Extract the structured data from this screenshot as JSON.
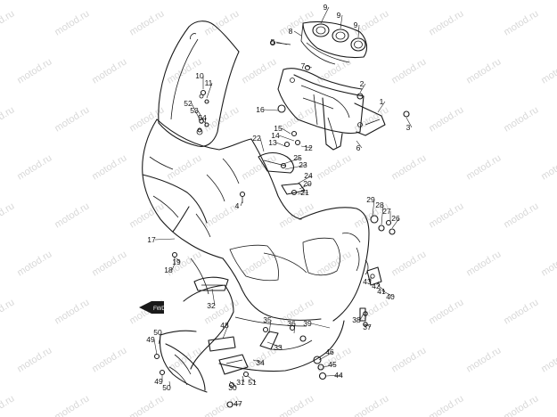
{
  "watermark": "motod.ru",
  "fwd_label": "FWD",
  "callouts": [
    {
      "id": "c9a",
      "label": "9"
    },
    {
      "id": "c9b",
      "label": "9"
    },
    {
      "id": "c9c",
      "label": "9"
    },
    {
      "id": "c8",
      "label": "8"
    },
    {
      "id": "c5",
      "label": "5"
    },
    {
      "id": "c7",
      "label": "7"
    },
    {
      "id": "c10",
      "label": "10"
    },
    {
      "id": "c11",
      "label": "11"
    },
    {
      "id": "c2",
      "label": "2"
    },
    {
      "id": "c3",
      "label": "3"
    },
    {
      "id": "c1",
      "label": "1"
    },
    {
      "id": "c52",
      "label": "52"
    },
    {
      "id": "c53",
      "label": "53"
    },
    {
      "id": "c54",
      "label": "54"
    },
    {
      "id": "c16",
      "label": "16"
    },
    {
      "id": "c15",
      "label": "15"
    },
    {
      "id": "c14",
      "label": "14"
    },
    {
      "id": "c13",
      "label": "13"
    },
    {
      "id": "c12",
      "label": "12"
    },
    {
      "id": "c6",
      "label": "6"
    },
    {
      "id": "c22",
      "label": "22"
    },
    {
      "id": "c25",
      "label": "25"
    },
    {
      "id": "c23",
      "label": "23"
    },
    {
      "id": "c24",
      "label": "24"
    },
    {
      "id": "c20",
      "label": "20"
    },
    {
      "id": "c21",
      "label": "21"
    },
    {
      "id": "c4",
      "label": "4"
    },
    {
      "id": "c29",
      "label": "29"
    },
    {
      "id": "c28",
      "label": "28"
    },
    {
      "id": "c27",
      "label": "27"
    },
    {
      "id": "c26",
      "label": "26"
    },
    {
      "id": "c17",
      "label": "17"
    },
    {
      "id": "c19",
      "label": "19"
    },
    {
      "id": "c18",
      "label": "18"
    },
    {
      "id": "c43",
      "label": "43"
    },
    {
      "id": "c42",
      "label": "42"
    },
    {
      "id": "c41",
      "label": "41"
    },
    {
      "id": "c40",
      "label": "40"
    },
    {
      "id": "c32",
      "label": "32"
    },
    {
      "id": "c35",
      "label": "35"
    },
    {
      "id": "c39",
      "label": "39"
    },
    {
      "id": "c38",
      "label": "38"
    },
    {
      "id": "c37",
      "label": "37"
    },
    {
      "id": "c48",
      "label": "48"
    },
    {
      "id": "c36",
      "label": "36"
    },
    {
      "id": "c33",
      "label": "33"
    },
    {
      "id": "c34",
      "label": "34"
    },
    {
      "id": "c50a",
      "label": "50"
    },
    {
      "id": "c49a",
      "label": "49"
    },
    {
      "id": "c46",
      "label": "46"
    },
    {
      "id": "c45",
      "label": "45"
    },
    {
      "id": "c44",
      "label": "44"
    },
    {
      "id": "c49b",
      "label": "49"
    },
    {
      "id": "c50b",
      "label": "50"
    },
    {
      "id": "c30",
      "label": "30"
    },
    {
      "id": "c31",
      "label": "31"
    },
    {
      "id": "c51",
      "label": "51"
    },
    {
      "id": "c47",
      "label": "47"
    }
  ]
}
